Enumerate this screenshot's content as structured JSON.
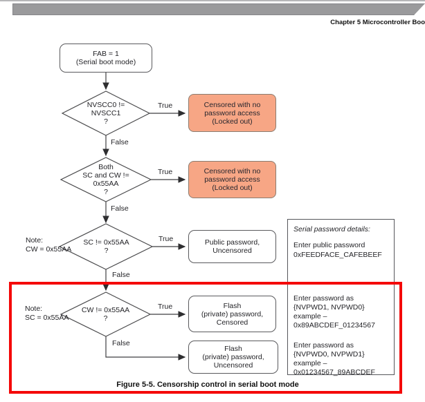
{
  "header": {
    "chapter_heading": "Chapter 5 Microcontroller Boo"
  },
  "flowchart": {
    "start_box": "FAB = 1\n(Serial boot mode)",
    "decision_nvscc": "NVSCC0 !=\nNVSCC1\n?",
    "decision_sc_cw": "Both\nSC and CW !=\n0x55AA\n?",
    "decision_sc": "SC != 0x55AA\n?",
    "decision_cw": "CW != 0x55AA\n?",
    "note_cw": "Note:\nCW = 0x55AA",
    "note_sc": "Note:\nSC = 0x55AA",
    "true_label": "True",
    "false_label": "False",
    "locked_out_box": "Censored with no\npassword access\n(Locked out)",
    "public_box": "Public password,\nUncensored",
    "flash_censored_box": "Flash\n(private) password,\nCensored",
    "flash_uncensored_box": "Flash\n(private) password,\nUncensored"
  },
  "side_panel": {
    "title": "Serial password details:",
    "public_password": "Enter public password\n0xFEEDFACE_CAFEBEEF",
    "private_password_1": "Enter password as\n{NVPWD1, NVPWD0}\nexample –\n0x89ABCDEF_01234567",
    "private_password_2": "Enter password as\n{NVPWD0, NVPWD1}\nexample –\n0x01234567_89ABCDEF"
  },
  "caption": "Figure 5-5. Censorship control in serial boot mode",
  "colors": {
    "locked_out_fill": "#f7a685",
    "annotation_red": "#f40808",
    "header_bar_gray": "#9a9a9c",
    "line_gray": "#3e3e40"
  }
}
